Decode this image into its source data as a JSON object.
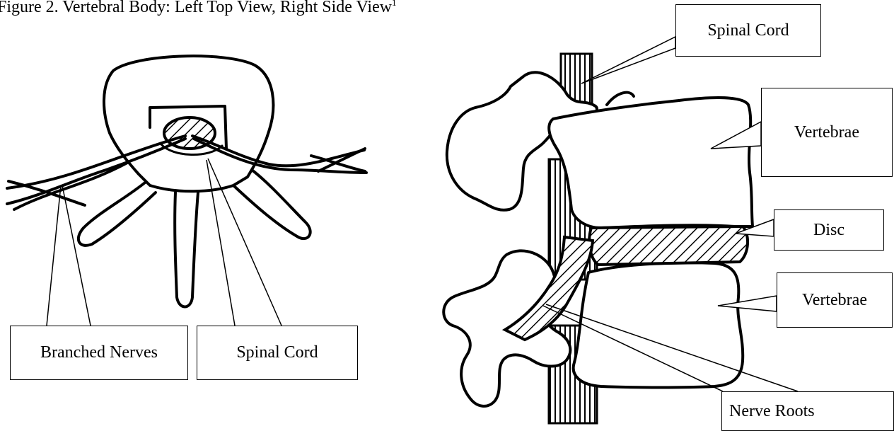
{
  "caption": "Figure 2. Vertebral Body: Left Top View, Right Side View",
  "caption_superscript": "1",
  "labels": {
    "branched_nerves": "Branched Nerves",
    "spinal_cord_top": "Spinal Cord",
    "spinal_cord_side": "Spinal Cord",
    "vertebrae_upper": "Vertebrae",
    "disc": "Disc",
    "vertebrae_lower": "Vertebrae",
    "nerve_roots": "Nerve Roots"
  }
}
